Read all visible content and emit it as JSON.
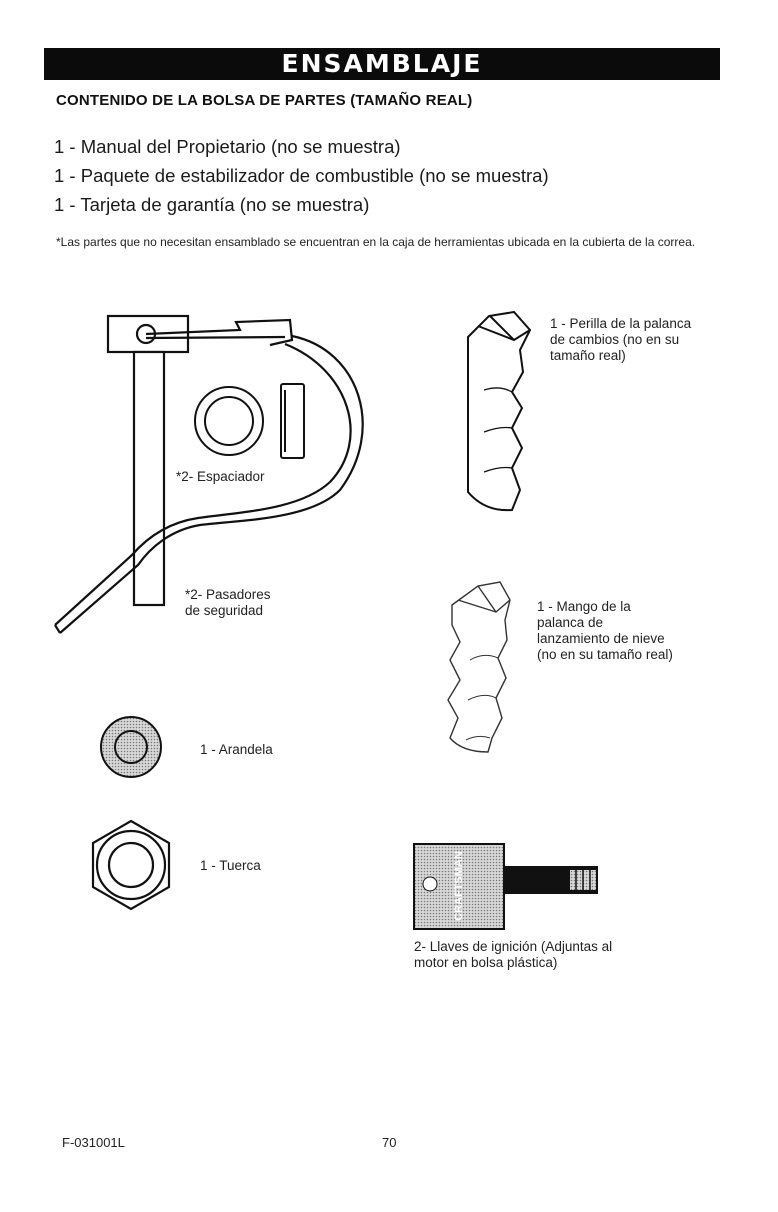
{
  "header": {
    "banner": "ENSAMBLAJE",
    "subtitle": "CONTENIDO DE LA BOLSA DE PARTES (TAMAÑO REAL)"
  },
  "items": [
    {
      "text": "1 - Manual del Propietario (no se muestra)"
    },
    {
      "text": "1 - Paquete de estabilizador de combustible (no se muestra)"
    },
    {
      "text": "1 - Tarjeta de garantía (no se muestra)"
    }
  ],
  "note": "*Las partes que no necesitan ensamblado se encuentran en la caja de herramientas ubicada en la cubierta de la correa.",
  "parts": {
    "spacer": "*2- Espaciador",
    "pins": [
      "*2- Pasadores",
      "de seguridad"
    ],
    "shift_knob": [
      "1 - Perilla de la palanca",
      "de cambios (no en su",
      "tamaño real)"
    ],
    "chute_handle": [
      "1 - Mango de la",
      "palanca de",
      "lanzamiento de nieve",
      "(no en su tamaño real)"
    ],
    "washer": "1 - Arandela",
    "nut": "1 - Tuerca",
    "keys": [
      "2- Llaves de ignición (Adjuntas al",
      "motor en bolsa plástica)"
    ],
    "key_text": "CRAFTSMAN"
  },
  "footer": {
    "code": "F-031001L",
    "page": "70"
  }
}
